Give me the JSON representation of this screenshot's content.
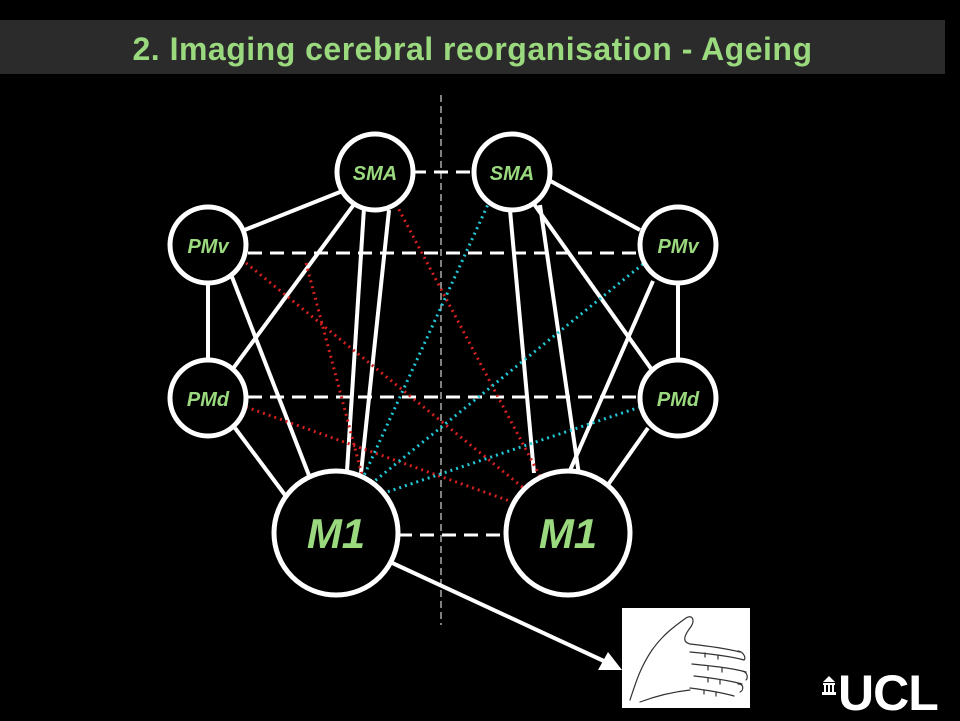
{
  "slide": {
    "title": "2. Imaging cerebral reorganisation - Ageing"
  },
  "diagram": {
    "left_nodes": {
      "sma": "SMA",
      "pmv": "PMv",
      "pmd": "PMd",
      "m1": "M1"
    },
    "right_nodes": {
      "sma": "SMA",
      "pmv": "PMv",
      "pmd": "PMd",
      "m1": "M1"
    },
    "colors": {
      "node_fill": "#000000",
      "node_stroke": "#ffffff",
      "label": "#9ad97e",
      "red_connections": "#d42020",
      "cyan_connections": "#22c8d8",
      "title": "#9ad97e",
      "title_bar": "#2b2b2b"
    }
  },
  "hand_image": {
    "icon": "hand-drawing"
  },
  "logo": {
    "text": "UCL",
    "icon": "portico-icon"
  }
}
